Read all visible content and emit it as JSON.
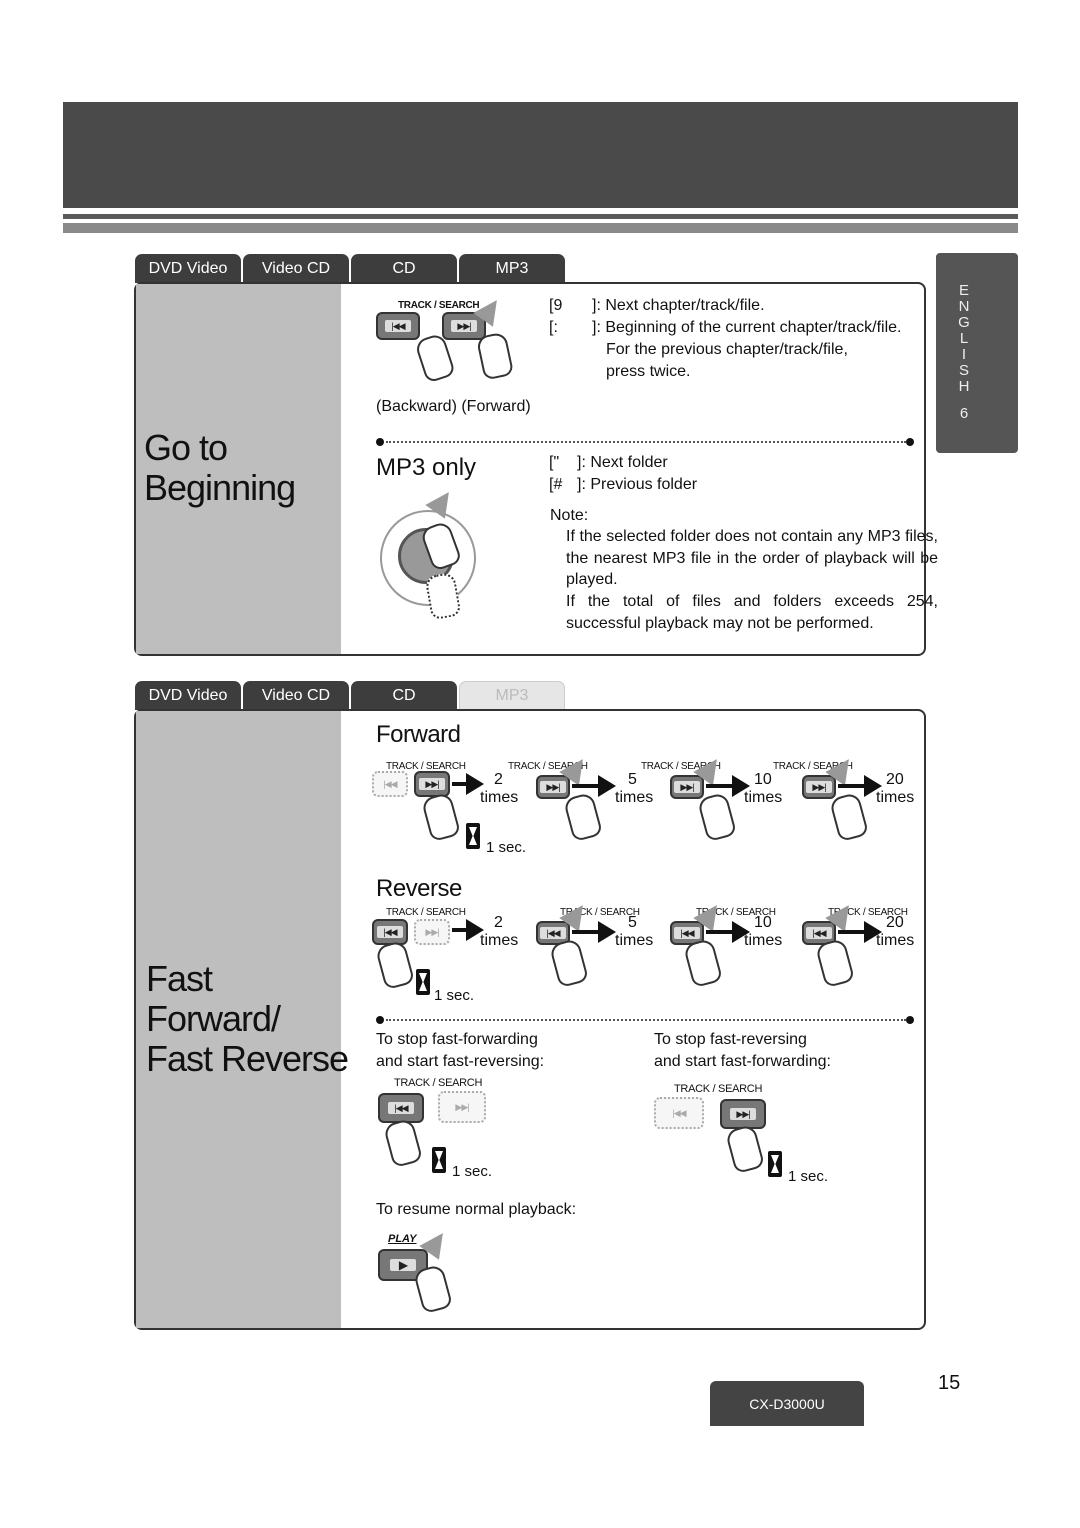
{
  "tabs_top": [
    "DVD Video",
    "Video CD",
    "CD",
    "MP3"
  ],
  "tabs_bottom": [
    "DVD Video",
    "Video CD",
    "CD",
    "MP3"
  ],
  "sidebar": {
    "letters": [
      "E",
      "N",
      "G",
      "L",
      "I",
      "S",
      "H"
    ],
    "number": "6"
  },
  "goto": {
    "title_line1": "Go to",
    "title_line2": "Beginning",
    "button_caption": "TRACK / SEARCH",
    "btn_back_glyph": "|◀◀",
    "btn_fwd_glyph": "▶▶|",
    "key_next": "[9",
    "line_next": "]: Next chapter/track/file.",
    "key_begin": "[:",
    "line_begin": "]: Beginning of the current chapter/track/file.",
    "line_begin_2": "For the previous chapter/track/file,",
    "line_begin_3": "press twice.",
    "caption": "Backward) (Forward)",
    "caption_full": "(Backward) (Forward)",
    "mp3_heading": "MP3 only",
    "key_nextfolder": "[\"",
    "line_nextfolder": "]: Next folder",
    "key_prevfolder": "[#",
    "line_prevfolder": "]: Previous folder",
    "note_label": "Note:",
    "note1": "If the selected folder does not contain any MP3 files, the nearest MP3 file in the order of playback will be played.",
    "note2": "If the total of files and folders exceeds 254, successful playback may not be performed."
  },
  "ff": {
    "title_line1": "Fast",
    "title_line2": "Forward/",
    "title_line3": "Fast Reverse",
    "forward_heading": "Forward",
    "reverse_heading": "Reverse",
    "button_caption": "TRACK / SEARCH",
    "btn_back_glyph": "|◀◀",
    "btn_fwd_glyph": "▶▶|",
    "steps": [
      "2",
      "5",
      "10",
      "20"
    ],
    "times": "times",
    "one_sec": "1 sec.",
    "stop_ff_1": "To stop fast-forwarding",
    "stop_ff_2": "and start fast-reversing:",
    "stop_fr_1": "To stop fast-reversing",
    "stop_fr_2": "and start fast-forwarding:",
    "resume": "To resume normal playback:",
    "play_label": "PLAY",
    "play_glyph": "▶"
  },
  "page_number": "15",
  "model": "CX-D3000U"
}
